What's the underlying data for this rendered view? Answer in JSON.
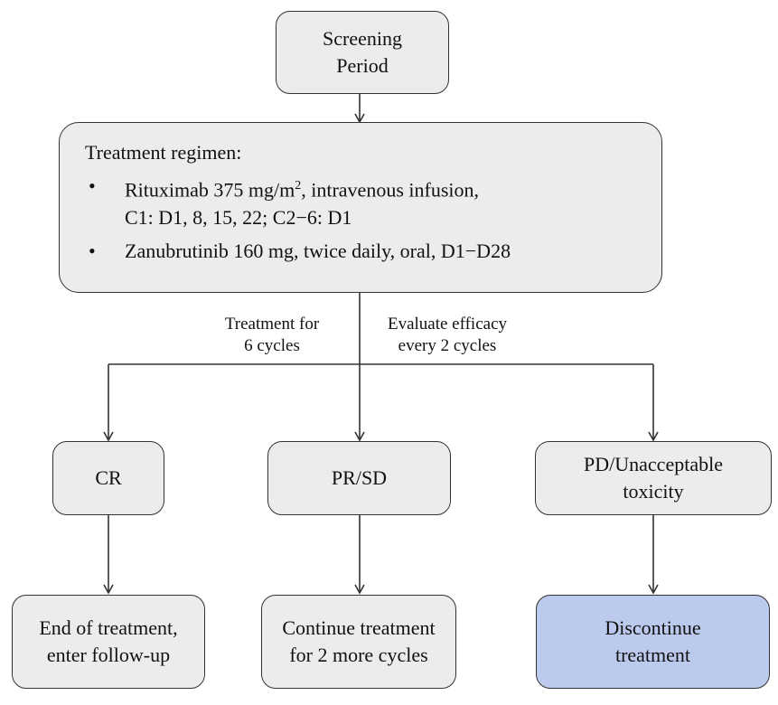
{
  "screening": {
    "line1": "Screening",
    "line2": "Period"
  },
  "regimen": {
    "heading": "Treatment regimen:",
    "items": [
      {
        "pre": "Rituximab 375 mg/m",
        "sup": "2",
        "post": ", intravenous infusion,",
        "line2": "C1: D1, 8, 15, 22; C2−6: D1"
      },
      {
        "text": "Zanubrutinib 160 mg, twice daily, oral, D1−D28"
      }
    ]
  },
  "labels": {
    "left_line1": "Treatment for",
    "left_line2": "6 cycles",
    "right_line1": "Evaluate efficacy",
    "right_line2": "every 2 cycles"
  },
  "outcomes": [
    {
      "line1": "CR",
      "line2": ""
    },
    {
      "line1": "PR/SD",
      "line2": ""
    },
    {
      "line1": "PD/Unacceptable",
      "line2": "toxicity"
    }
  ],
  "actions": [
    {
      "line1": "End of treatment,",
      "line2": "enter follow-up"
    },
    {
      "line1": "Continue treatment",
      "line2": "for 2 more cycles"
    },
    {
      "line1": "Discontinue",
      "line2": "treatment"
    }
  ],
  "colors": {
    "box_fill": "#ececec",
    "highlight_fill": "#bccaee",
    "stroke": "#333333"
  }
}
